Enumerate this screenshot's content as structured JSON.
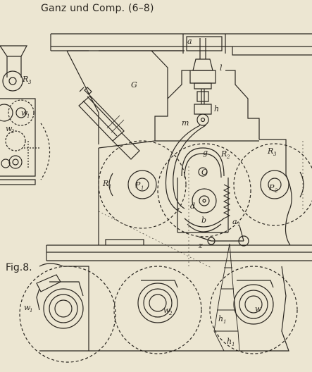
{
  "header": {
    "caption": "Ganz und Comp. (6–8)"
  },
  "figure": {
    "label": "Fig.8."
  },
  "labels": {
    "a": "a",
    "l": "l",
    "G": "G",
    "h": "h",
    "m": "m",
    "g": "g",
    "O": "O",
    "d": "d",
    "b": "b",
    "z": "z",
    "w": "w",
    "R1": "R",
    "R1_sub": "1",
    "R2": "R",
    "R2_sub": "2",
    "R3": "R",
    "R3_sub": "3",
    "R3_left": "R",
    "R3_left_sub": "3",
    "P1": "P",
    "P1_sub": "1",
    "P2": "P",
    "P2_sub": "2",
    "a1": "a",
    "a1_sub": "1",
    "w1": "w",
    "w1_sub": "1",
    "w2": "w",
    "w2_sub": "2",
    "w1_left": "w",
    "w1_left_sub": "1",
    "w2_left": "w",
    "w2_left_sub": "2",
    "h1": "h",
    "h1_sub": "1",
    "h2": "h",
    "h2_sub": "1"
  },
  "colors": {
    "paper": "#ece6d2",
    "ink": "#2a2620"
  }
}
